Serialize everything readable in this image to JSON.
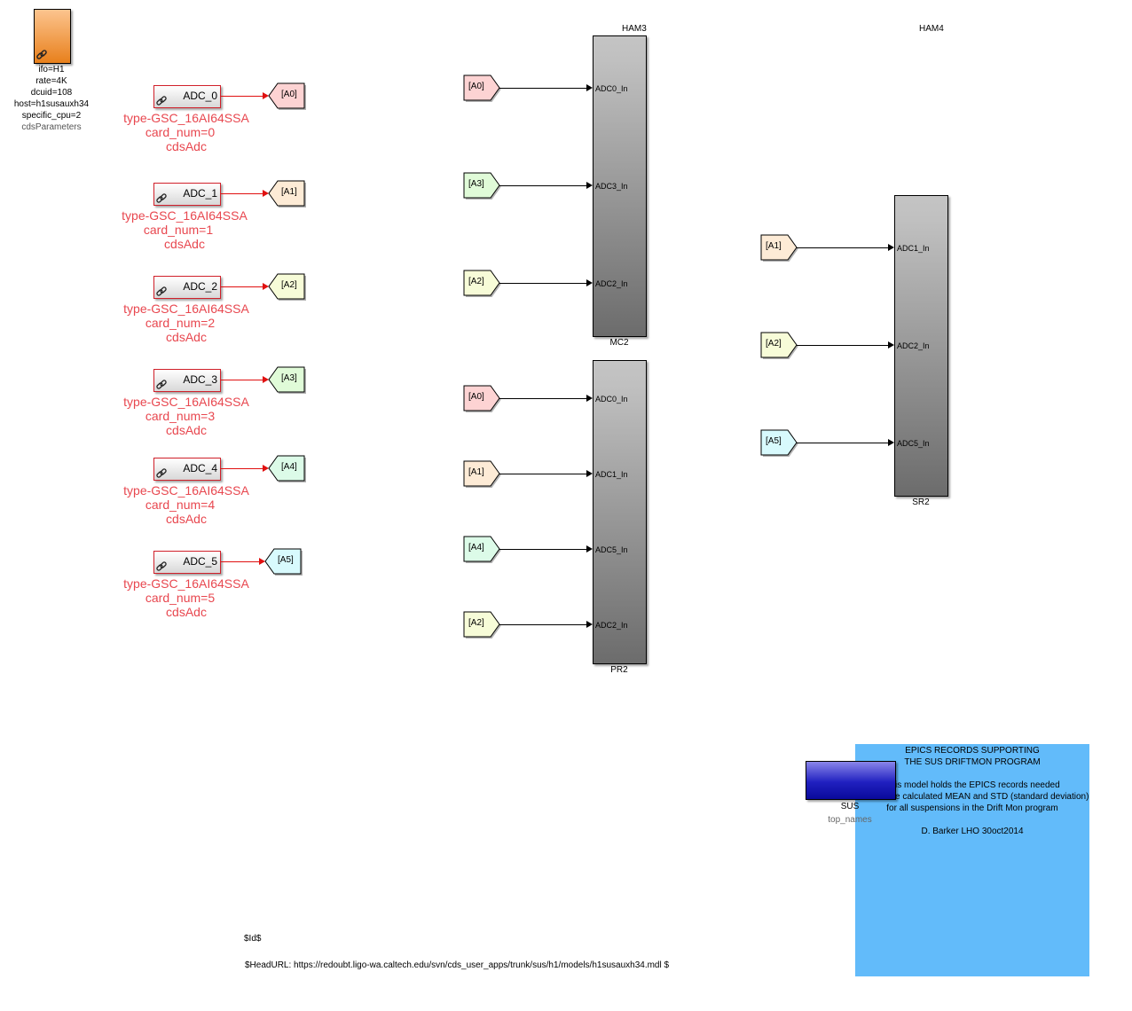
{
  "params": {
    "lines": [
      "ifo=H1",
      "rate=4K",
      "dcuid=108",
      "host=h1susauxh34",
      "specific_cpu=2"
    ],
    "name": "cdsParameters",
    "icon": "link-icon"
  },
  "adcs": [
    {
      "label": "ADC_0",
      "note": [
        "type-GSC_16AI64SSA",
        "card_num=0",
        "cdsAdc"
      ],
      "tag": "[A0]",
      "tag_color": "#fdd3d3"
    },
    {
      "label": "ADC_1",
      "note": [
        "type-GSC_16AI64SSA",
        "card_num=1",
        "cdsAdc"
      ],
      "tag": "[A1]",
      "tag_color": "#fdebd6"
    },
    {
      "label": "ADC_2",
      "note": [
        "type-GSC_16AI64SSA",
        "card_num=2",
        "cdsAdc"
      ],
      "tag": "[A2]",
      "tag_color": "#f7fcd8"
    },
    {
      "label": "ADC_3",
      "note": [
        "type-GSC_16AI64SSA",
        "card_num=3",
        "cdsAdc"
      ],
      "tag": "[A3]",
      "tag_color": "#e0fbd8"
    },
    {
      "label": "ADC_4",
      "note": [
        "type-GSC_16AI64SSA",
        "card_num=4",
        "cdsAdc"
      ],
      "tag": "[A4]",
      "tag_color": "#dcfbe8"
    },
    {
      "label": "ADC_5",
      "note": [
        "type-GSC_16AI64SSA",
        "card_num=5",
        "cdsAdc"
      ],
      "tag": "[A5]",
      "tag_color": "#d8fafd"
    }
  ],
  "groups": {
    "ham3": "HAM3",
    "ham4": "HAM4"
  },
  "subsystems": [
    {
      "name": "MC2",
      "inputs": [
        {
          "from": "[A0]",
          "color": "#fdd3d3",
          "port": "ADC0_In"
        },
        {
          "from": "[A3]",
          "color": "#e0fbd8",
          "port": "ADC3_In"
        },
        {
          "from": "[A2]",
          "color": "#f7fcd8",
          "port": "ADC2_In"
        }
      ]
    },
    {
      "name": "PR2",
      "inputs": [
        {
          "from": "[A0]",
          "color": "#fdd3d3",
          "port": "ADC0_In"
        },
        {
          "from": "[A1]",
          "color": "#fdebd6",
          "port": "ADC1_In"
        },
        {
          "from": "[A4]",
          "color": "#dcfbe8",
          "port": "ADC5_In"
        },
        {
          "from": "[A2]",
          "color": "#f7fcd8",
          "port": "ADC2_In"
        }
      ]
    },
    {
      "name": "SR2",
      "inputs": [
        {
          "from": "[A1]",
          "color": "#fdebd6",
          "port": "ADC1_In"
        },
        {
          "from": "[A2]",
          "color": "#f7fcd8",
          "port": "ADC2_In"
        },
        {
          "from": "[A5]",
          "color": "#d8fafd",
          "port": "ADC5_In"
        }
      ]
    }
  ],
  "note": {
    "title1": "EPICS RECORDS SUPPORTING",
    "title2": "THE SUS DRIFTMON PROGRAM",
    "body1": "This model holds the EPICS records needed",
    "body2": "to store the calculated MEAN and STD (standard deviation)",
    "body3": "for all suspensions in the Drift Mon program",
    "author": "D. Barker LHO 30oct2014",
    "color": "#62bbfa"
  },
  "sus": {
    "name": "SUS",
    "type": "top_names"
  },
  "footer": {
    "id": "$Id$",
    "headurl": "$HeadURL: https://redoubt.ligo-wa.caltech.edu/svn/cds_user_apps/trunk/sus/h1/models/h1susauxh34.mdl $"
  }
}
